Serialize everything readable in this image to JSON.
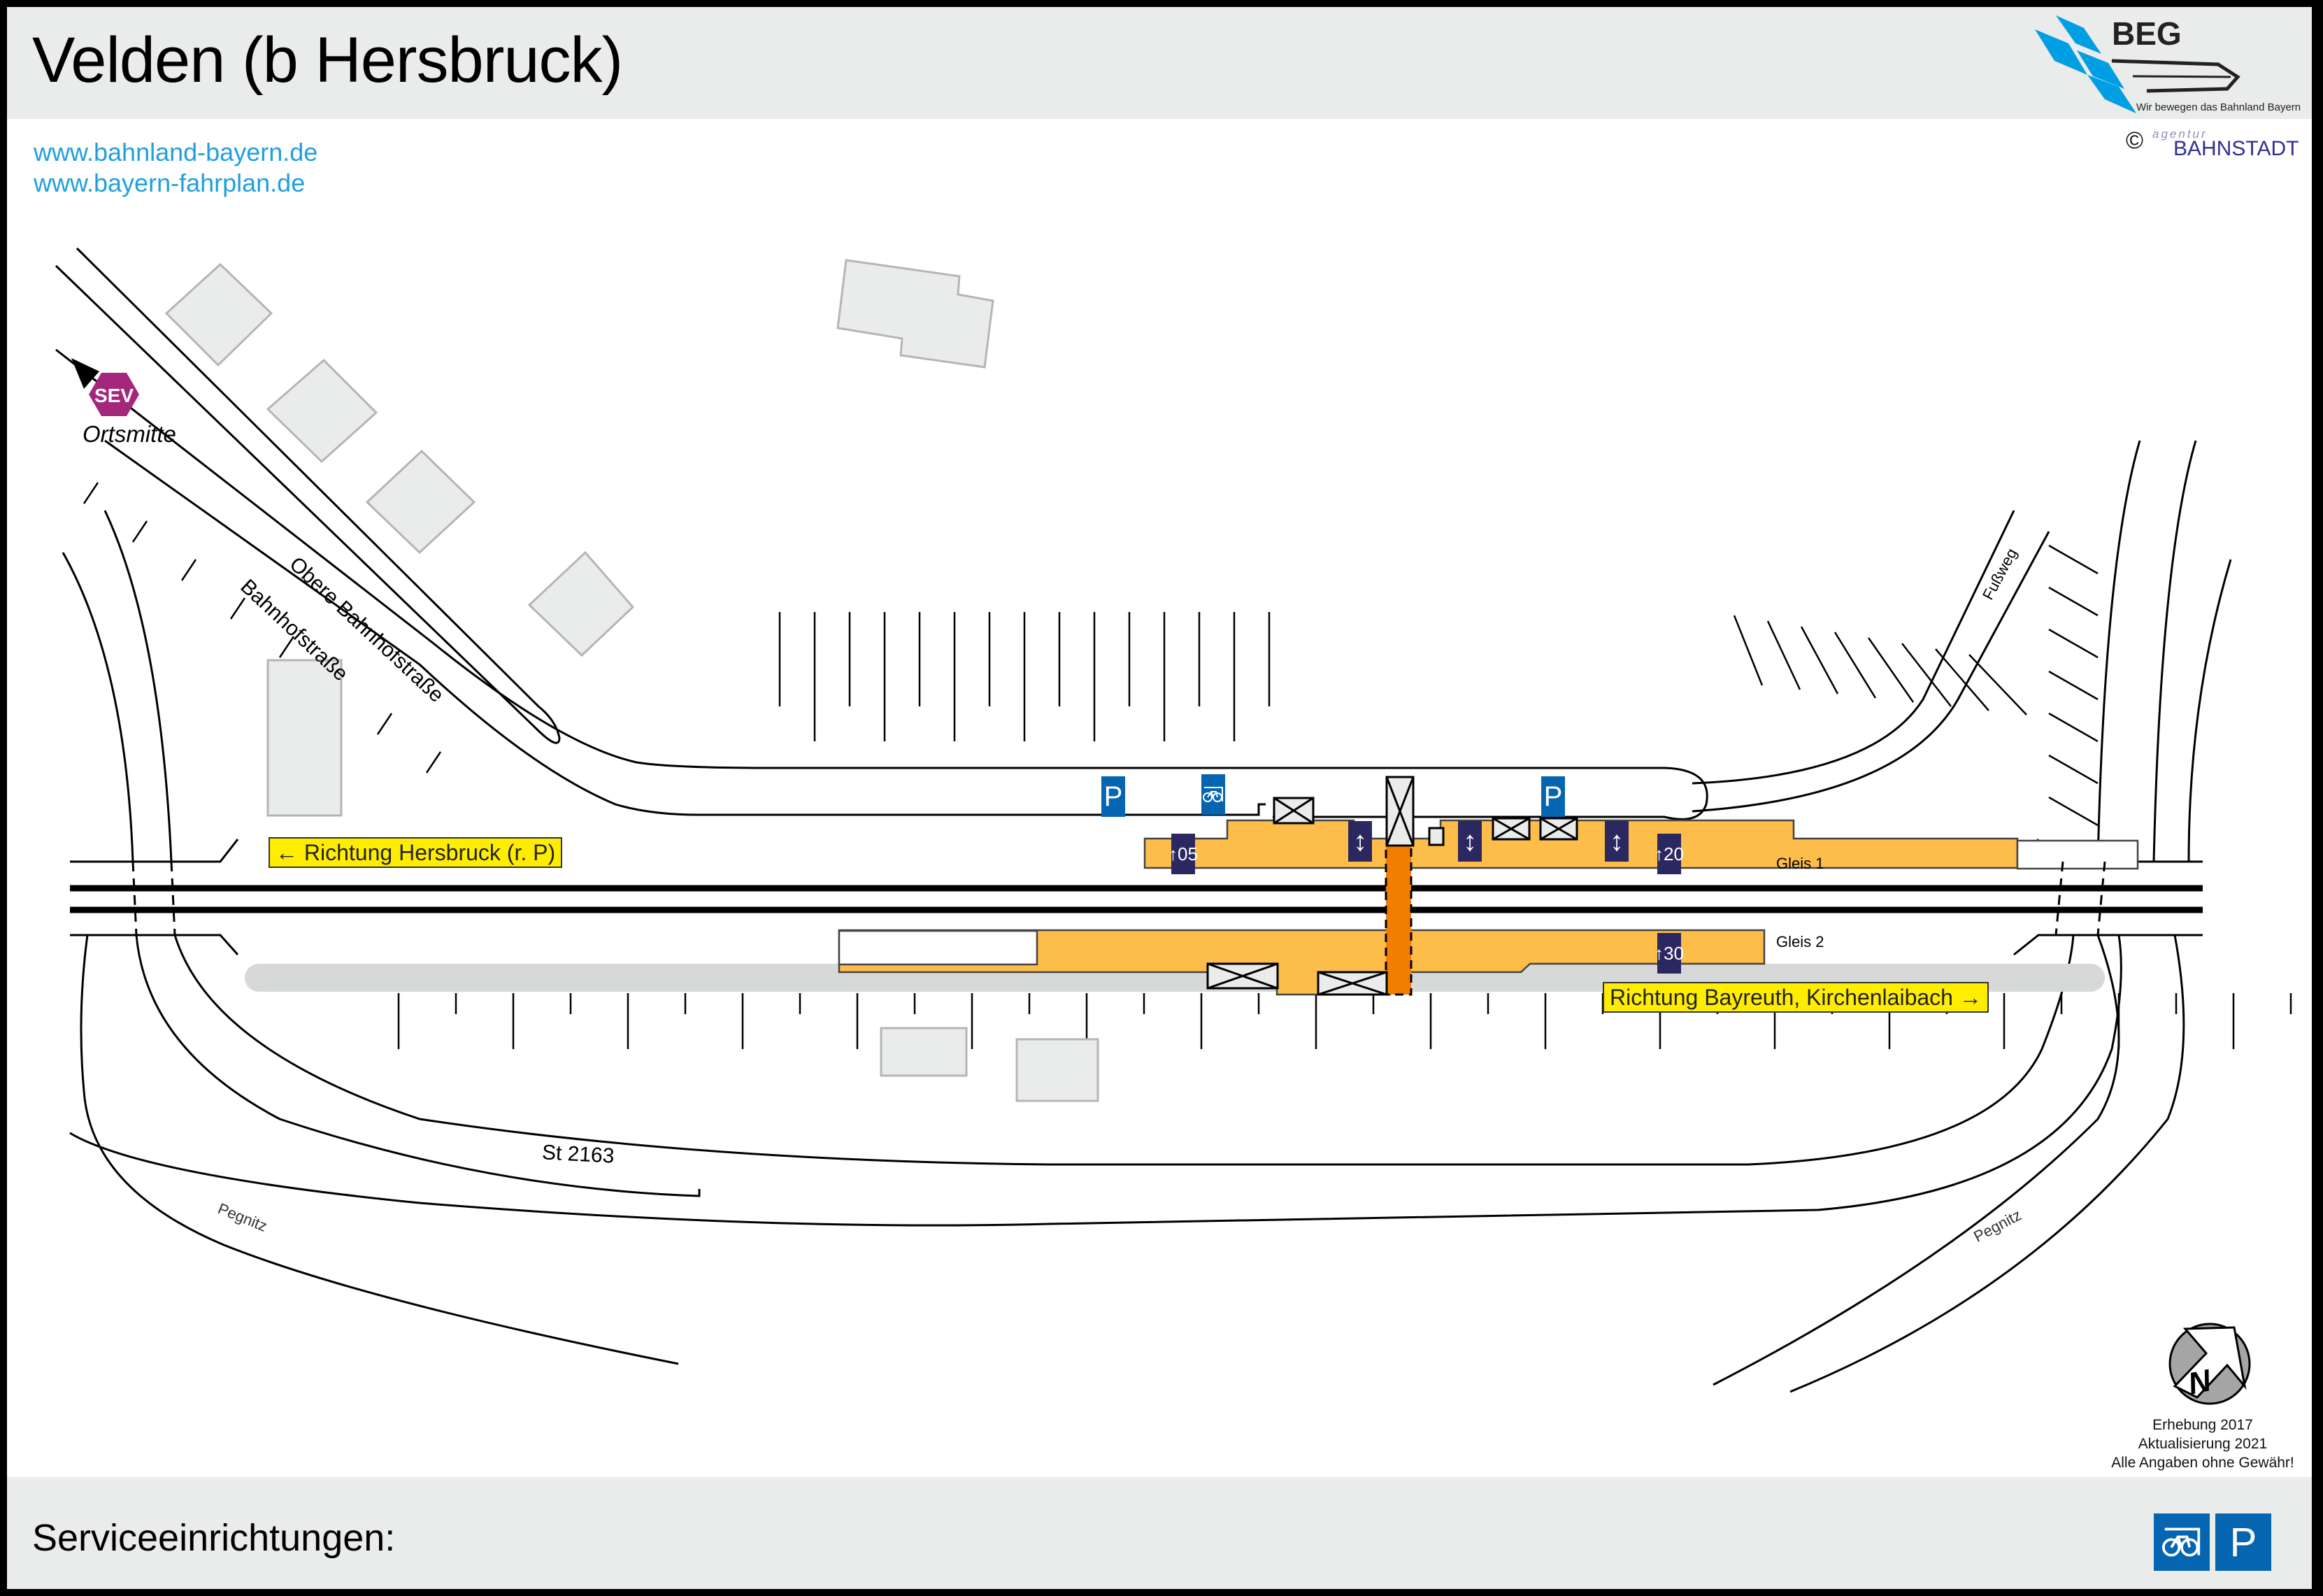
{
  "header": {
    "title": "Velden (b Hersbruck)",
    "links": [
      "www.bahnland-bayern.de",
      "www.bayern-fahrplan.de"
    ],
    "logo": {
      "name": "BEG",
      "slogan": "Wir bewegen das Bahnland Bayern",
      "brand_color": "#009fe3"
    },
    "copyright": {
      "symbol": "©",
      "agency_prefix": "agentur",
      "agency_name": "BAHNSTADT"
    }
  },
  "map": {
    "streets": [
      "Obere Bahnhofstraße",
      "Bahnhofstraße",
      "St 2163",
      "Fußweg"
    ],
    "river_labels": [
      "Pegnitz",
      "Pegnitz"
    ],
    "sev_stop": {
      "badge": "SEV",
      "label": "Ortsmitte",
      "color": "#a4277c"
    },
    "direction_signs": {
      "west": {
        "arrow": "←",
        "text": "Richtung Hersbruck (r. P)"
      },
      "east": {
        "text": "Richtung Bayreuth, Kirchenlaibach",
        "arrow": "→"
      }
    },
    "platforms": [
      {
        "label": "Gleis 1",
        "sector_markers": [
          "05",
          "20"
        ]
      },
      {
        "label": "Gleis 2",
        "sector_markers": [
          "30"
        ]
      }
    ],
    "icons": {
      "parking": "P",
      "bike": "bike-parking-icon",
      "elevator_arrow": "↕",
      "sector_arrow": "↑"
    },
    "colors": {
      "platform": "#fdbd4a",
      "crossing": "#f27e00",
      "sign_blue": "#0565b0",
      "sign_navy": "#2b2760",
      "building": "#eaebeb",
      "sign_yellow": "#ffed00"
    }
  },
  "survey": {
    "lines": [
      "Erhebung 2017",
      "Aktualisierung 2021",
      "Alle Angaben ohne Gewähr!"
    ],
    "compass_letter": "N"
  },
  "footer": {
    "label": "Serviceeinrichtungen:",
    "services": [
      {
        "name": "bike-parking",
        "symbol": "bike"
      },
      {
        "name": "parking",
        "symbol": "P"
      }
    ]
  }
}
